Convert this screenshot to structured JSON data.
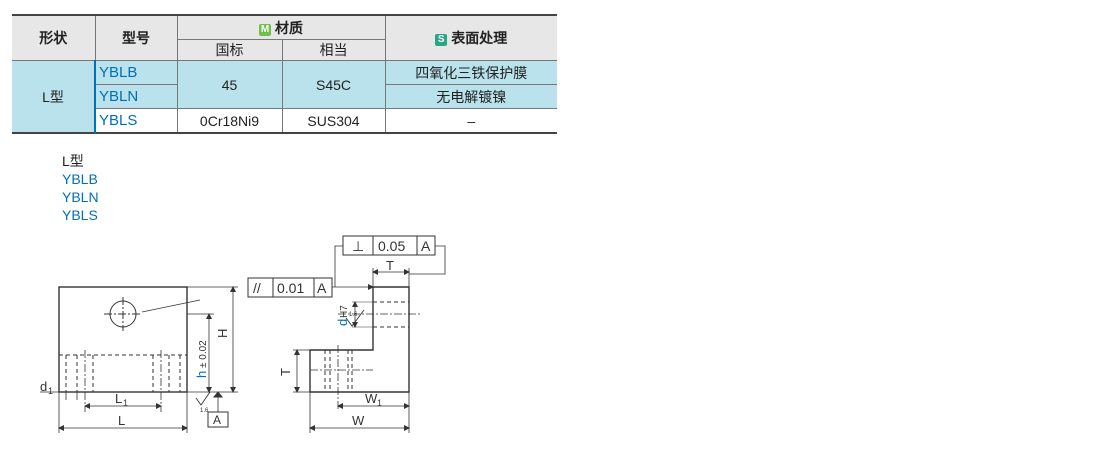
{
  "table": {
    "headers": {
      "shape": "形状",
      "model": "型号",
      "material_badge": "M",
      "material": "材质",
      "standard": "国标",
      "equivalent": "相当",
      "surface_badge": "S",
      "surface": "表面处理"
    },
    "shape_value": "L型",
    "rows": [
      {
        "model": "YBLB",
        "standard": "45",
        "equivalent": "S45C",
        "surface": "四氧化三铁保护膜"
      },
      {
        "model": "YBLN",
        "standard": "45",
        "equivalent": "S45C",
        "surface": "无电解镀镍"
      },
      {
        "model": "YBLS",
        "standard": "0Cr18Ni9",
        "equivalent": "SUS304",
        "surface": "–"
      }
    ]
  },
  "type_list": {
    "label": "L型",
    "codes": [
      "YBLB",
      "YBLN",
      "YBLS"
    ]
  },
  "drawing": {
    "dims": {
      "d1": "d",
      "d1_sub": "1",
      "L1": "L",
      "L1_sub": "1",
      "L": "L",
      "h_letter": "h",
      "h_tol": "± 0.02",
      "H": "H",
      "T_left": "T",
      "T_top": "T",
      "W1": "W",
      "W1_sub": "1",
      "W": "W",
      "dH7_letter": "d",
      "dH7_fit": "H7",
      "datum": "A",
      "roughness_small": "1.6",
      "roughness_bottom": "1.6"
    },
    "tolerances": {
      "perpendicularity": {
        "symbol": "⊥",
        "value": "0.05",
        "datum": "A"
      },
      "parallelism": {
        "symbol": "//",
        "value": "0.01",
        "datum": "A"
      }
    }
  }
}
